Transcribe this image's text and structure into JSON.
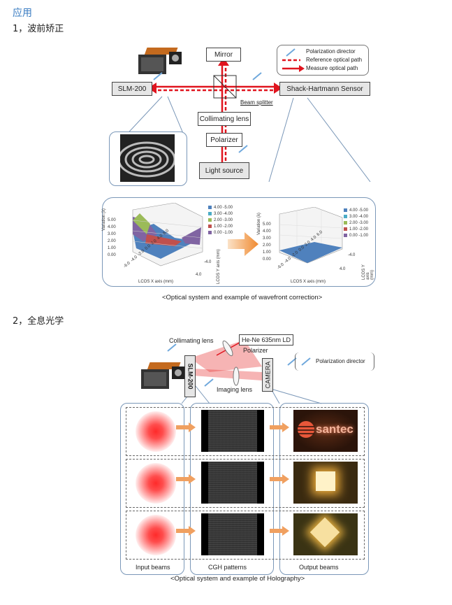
{
  "section_title": "应用",
  "headings": {
    "h1": "1，波前矫正",
    "h2": "2，全息光学"
  },
  "fig1": {
    "boxes": {
      "mirror": "Mirror",
      "slm": "SLM-200",
      "shack": "Shack-Hartmann Sensor",
      "collimating": "Collimating lens",
      "polarizer": "Polarizer",
      "light_source": "Light source"
    },
    "beam_splitter": "Beam splitter",
    "legend": {
      "polarization": "Polarization director",
      "reference": "Reference optical path",
      "measure": "Measure optical path"
    },
    "plot_left": {
      "zlabel": "Variation (λ)",
      "yticks": [
        "5.00",
        "4.00",
        "3.00",
        "2.00",
        "1.00",
        "0.00"
      ],
      "xlabel": "LCOS X axis (mm)",
      "ylabel": "LCOS Y axis (mm)",
      "xticks": [
        "-6.0",
        "-4.0",
        "-2.0",
        "0.0",
        "2.0",
        "4.0",
        "6.0"
      ],
      "y_side_ticks": [
        "-4.0",
        "4.0"
      ],
      "legend": [
        "4.00 -5.00",
        "3.00 -4.00",
        "2.00 -3.00",
        "1.00 -2.00",
        "0.00 -1.00"
      ]
    },
    "plot_right": {
      "zlabel": "Variation (λ)",
      "yticks": [
        "5.00",
        "4.00",
        "3.00",
        "2.00",
        "1.00",
        "0.00"
      ],
      "xlabel": "LCOS X axis (mm)",
      "ylabel": "LCOS Y axis (mm)",
      "xticks": [
        "-6.0",
        "-4.0",
        "-2.0",
        "0.0",
        "2.0",
        "4.0",
        "6.0"
      ],
      "y_side_ticks": [
        "-4.0",
        "4.0"
      ],
      "legend": [
        "4.00 -5.00",
        "3.00 -4.00",
        "2.00 -3.00",
        "1.00 -2.00",
        "0.00 -1.00"
      ]
    },
    "legend_colors": [
      "#4f81bd",
      "#4bacc6",
      "#9bbb59",
      "#c0504d",
      "#8064a2"
    ],
    "caption": "<Optical system and example of wavefront correction>"
  },
  "fig2": {
    "collimating": "Collimating lens",
    "laser": "He-Ne 635nm LD",
    "polarizer": "Polarizer",
    "slm": "SLM-200",
    "camera": "CAMERA",
    "imaging": "Imaging lens",
    "polarization": "Polarization director",
    "col_labels": [
      "Input beams",
      "CGH patterns",
      "Output beams"
    ],
    "logo_text": "santec",
    "caption": "<Optical system and example of Holography>"
  },
  "colors": {
    "accent": "#3a7cc2",
    "beam": "#e0141e",
    "arrow": "#f0a060"
  }
}
